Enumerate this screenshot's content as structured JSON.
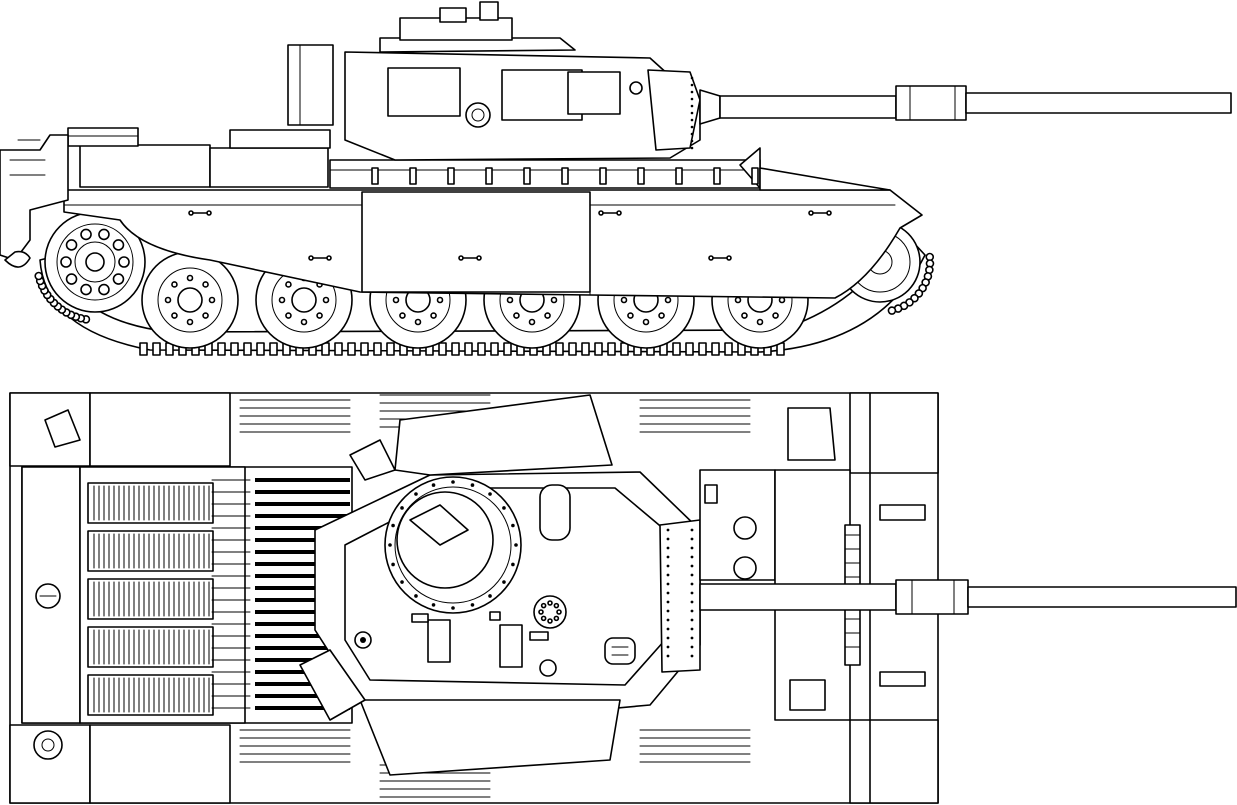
{
  "drawing": {
    "subject": "",
    "views": [
      {
        "id": "side-view"
      },
      {
        "id": "top-view"
      }
    ],
    "road_wheel_count": 6,
    "colors": {
      "line": "#000000",
      "fill": "#ffffff",
      "panel": "#f2f2f2"
    }
  }
}
